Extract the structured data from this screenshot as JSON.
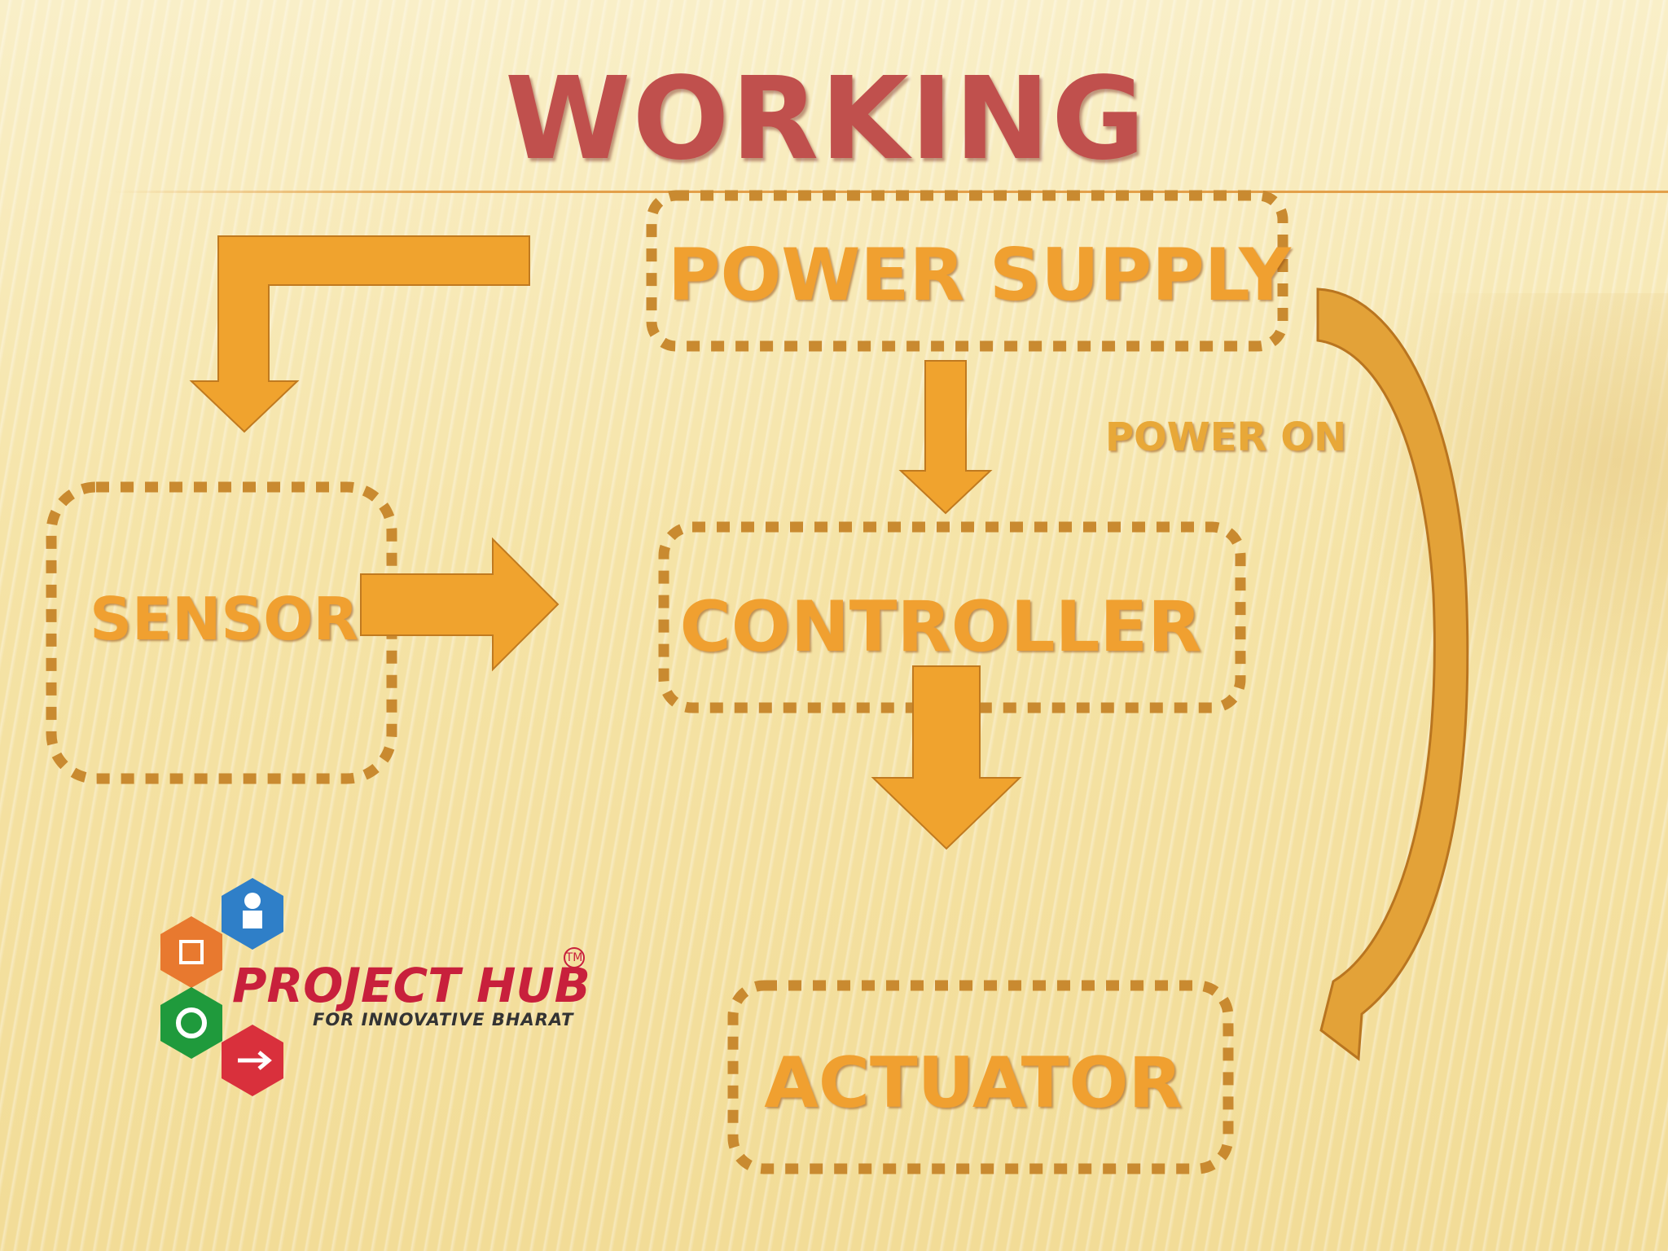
{
  "title": "WORKING",
  "nodes": {
    "power_supply": "POWER SUPPLY",
    "sensor": "SENSOR",
    "controller": "CONTROLLER",
    "actuator": "ACTUATOR"
  },
  "edge_labels": {
    "power_on": "POWER ON"
  },
  "logo": {
    "name": "PROJECT HUB",
    "tagline": "FOR INNOVATIVE BHARAT",
    "trademark": "TM"
  },
  "colors": {
    "box_border": "#c98a30",
    "arrow_fill": "#f0a32e",
    "arrow_stroke": "#c07a20",
    "title": "#c0504d",
    "logo_red": "#c8203c"
  }
}
